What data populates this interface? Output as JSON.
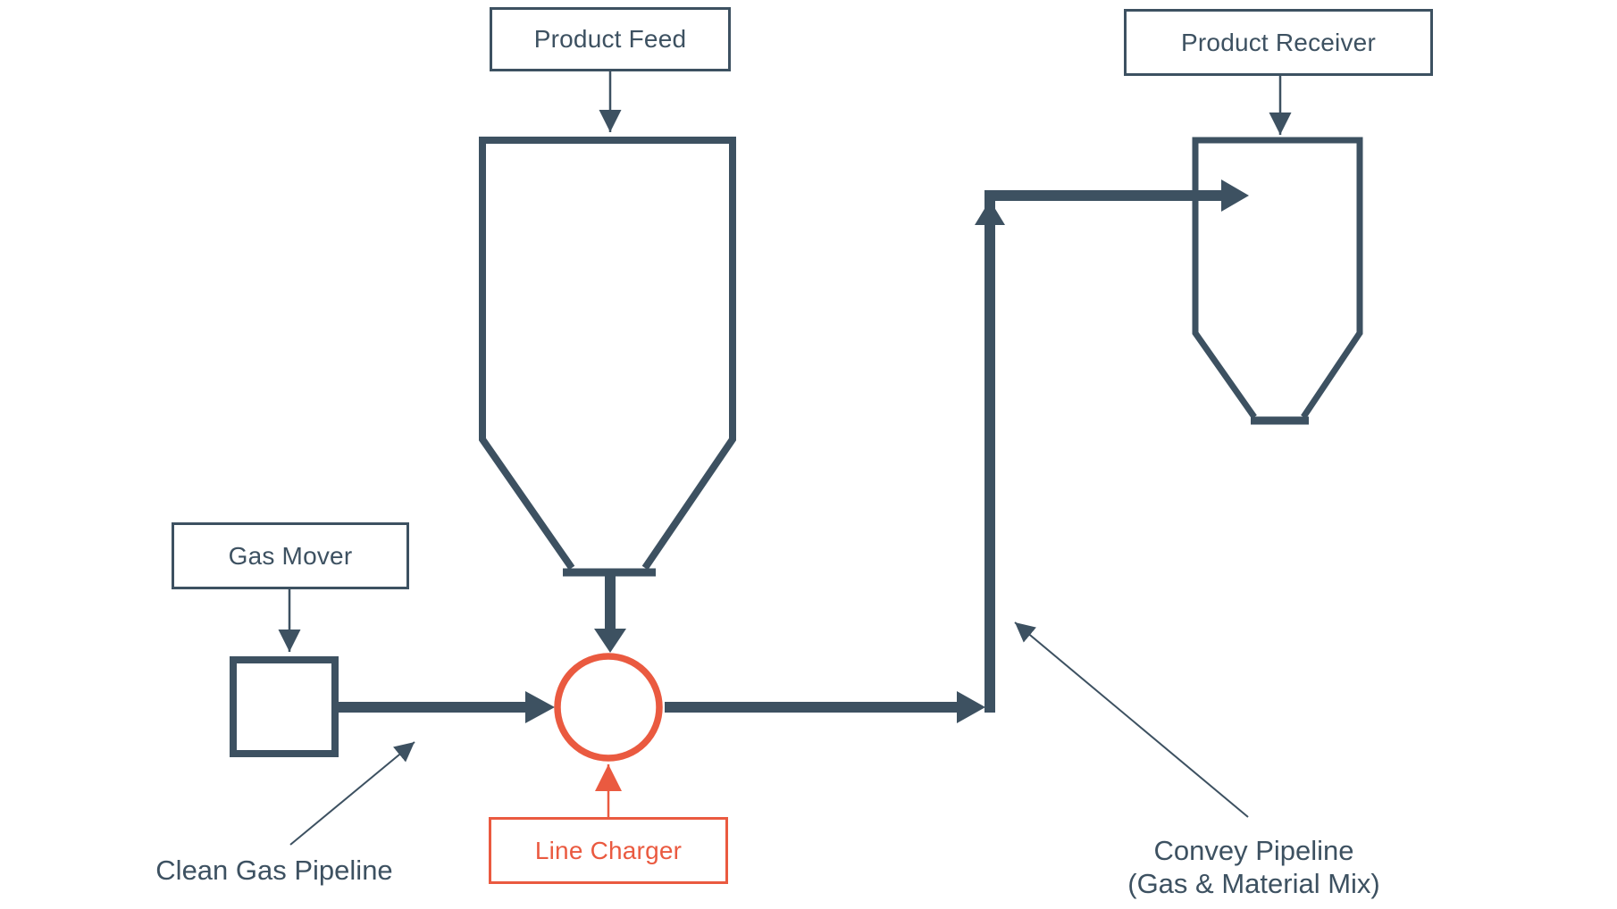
{
  "colors": {
    "slate": "#3D5161",
    "red": "#EA5A40",
    "background": "#FFFFFF"
  },
  "labels": {
    "product_feed": "Product Feed",
    "product_receiver": "Product Receiver",
    "gas_mover": "Gas Mover",
    "line_charger": "Line Charger",
    "clean_gas_pipeline": "Clean Gas Pipeline",
    "convey_pipeline_line1": "Convey Pipeline",
    "convey_pipeline_line2": "(Gas &amp; Material Mix)"
  }
}
